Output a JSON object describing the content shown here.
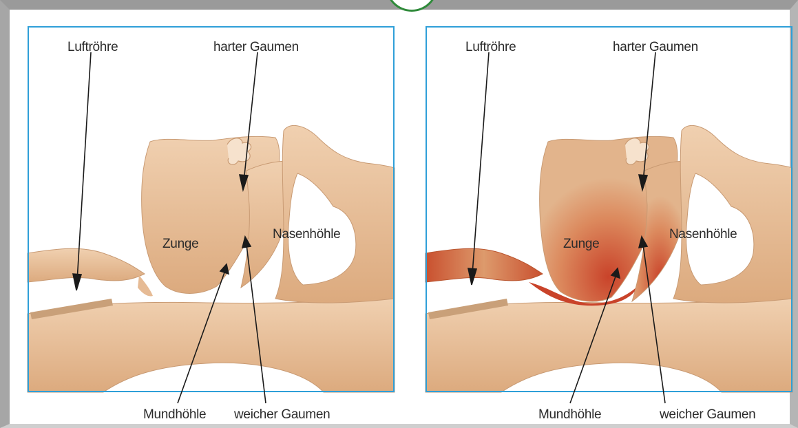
{
  "colors": {
    "tissue": "#e2b48c",
    "tissue_light": "#f0d1b3",
    "tissue_edge": "#c89a73",
    "border": "#2e9fd8",
    "inflamed": "#c9432a",
    "trachea_bar": "#caa07a",
    "frame_green": "#2f8a3a"
  },
  "panels": [
    {
      "state": "normal",
      "labels": {
        "trachea": "Luftröhre",
        "hard_palate": "harter Gaumen",
        "tongue": "Zunge",
        "nasal_cavity": "Nasenhöhle",
        "oral_cavity": "Mundhöhle",
        "soft_palate": "weicher Gaumen"
      }
    },
    {
      "state": "inflamed",
      "labels": {
        "trachea": "Luftröhre",
        "hard_palate": "harter Gaumen",
        "tongue": "Zunge",
        "nasal_cavity": "Nasenhöhle",
        "oral_cavity": "Mundhöhle",
        "soft_palate": "weicher Gaumen"
      }
    }
  ]
}
